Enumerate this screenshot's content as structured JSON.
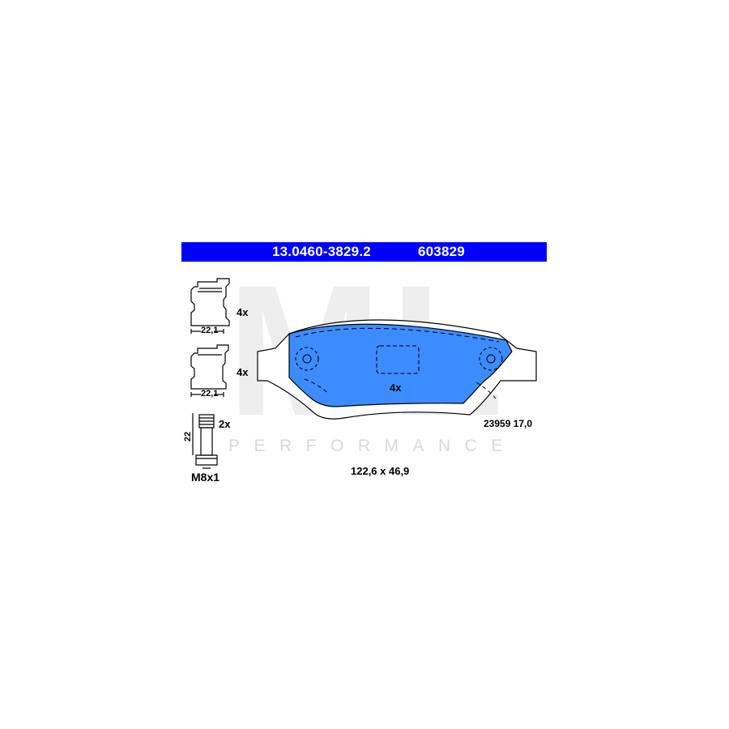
{
  "header": {
    "part_number": "13.0460-3829.2",
    "article_number": "603829"
  },
  "parts": {
    "clip_a_qty": "4x",
    "clip_a_width": "22,1",
    "clip_b_qty": "4x",
    "clip_b_width": "22,1",
    "bolt_qty": "2x",
    "bolt_length": "22",
    "bolt_thread": "M8x1"
  },
  "pad": {
    "qty": "4x",
    "wva_and_thickness": "23959 17,0",
    "dimensions": "122,6 x 46,9"
  },
  "watermark": {
    "logo": "ML",
    "tagline": "PERFORMANCE"
  },
  "colors": {
    "header_background": "#0000ff",
    "pad_fill": "#3c8cff"
  }
}
